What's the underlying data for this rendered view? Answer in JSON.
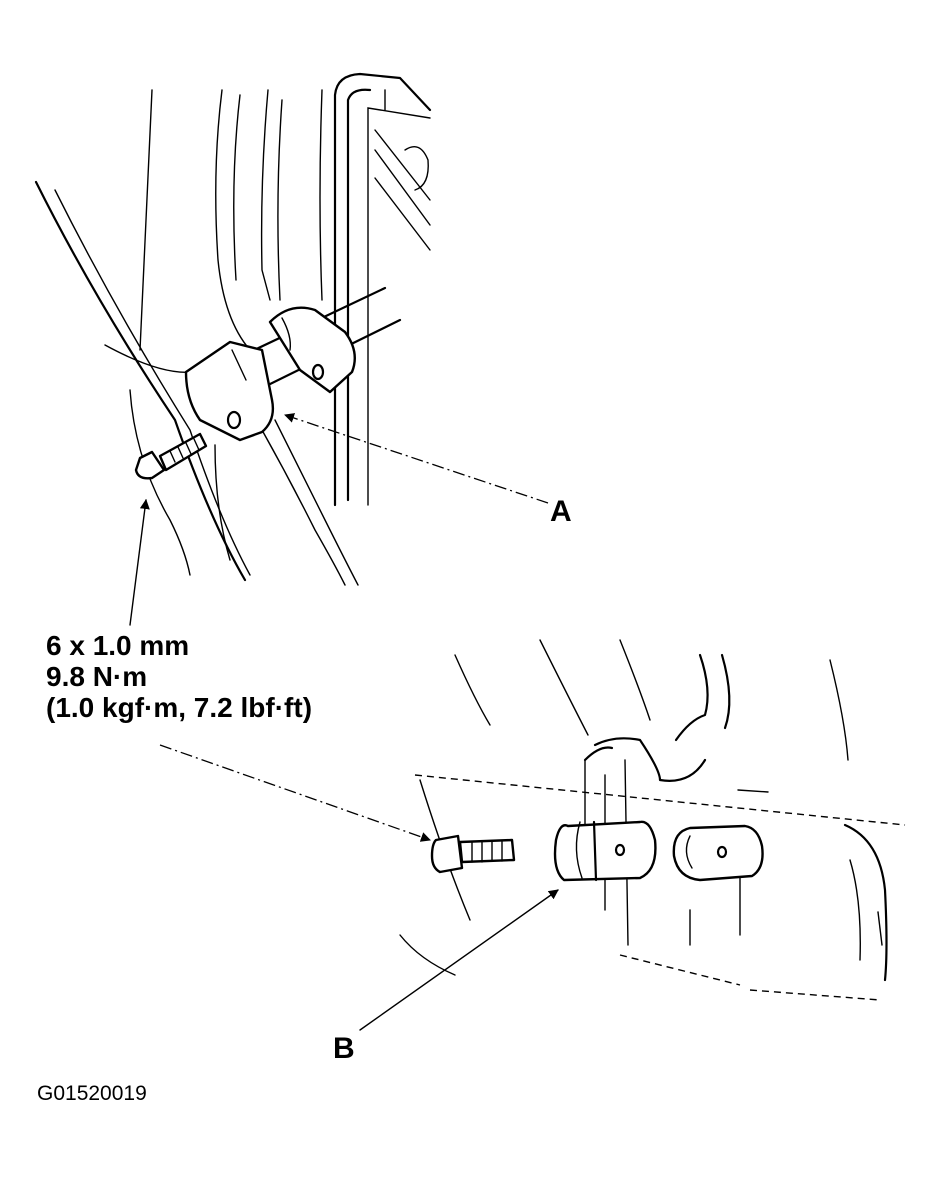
{
  "labels": {
    "a": "A",
    "b": "B"
  },
  "spec": {
    "line1": "6 x 1.0 mm",
    "line2": "9.8 N·m",
    "line3": "(1.0 kgf·m, 7.2 lbf·ft)"
  },
  "figure_code": "G01520019",
  "colors": {
    "ink": "#000000",
    "paper": "#ffffff"
  }
}
